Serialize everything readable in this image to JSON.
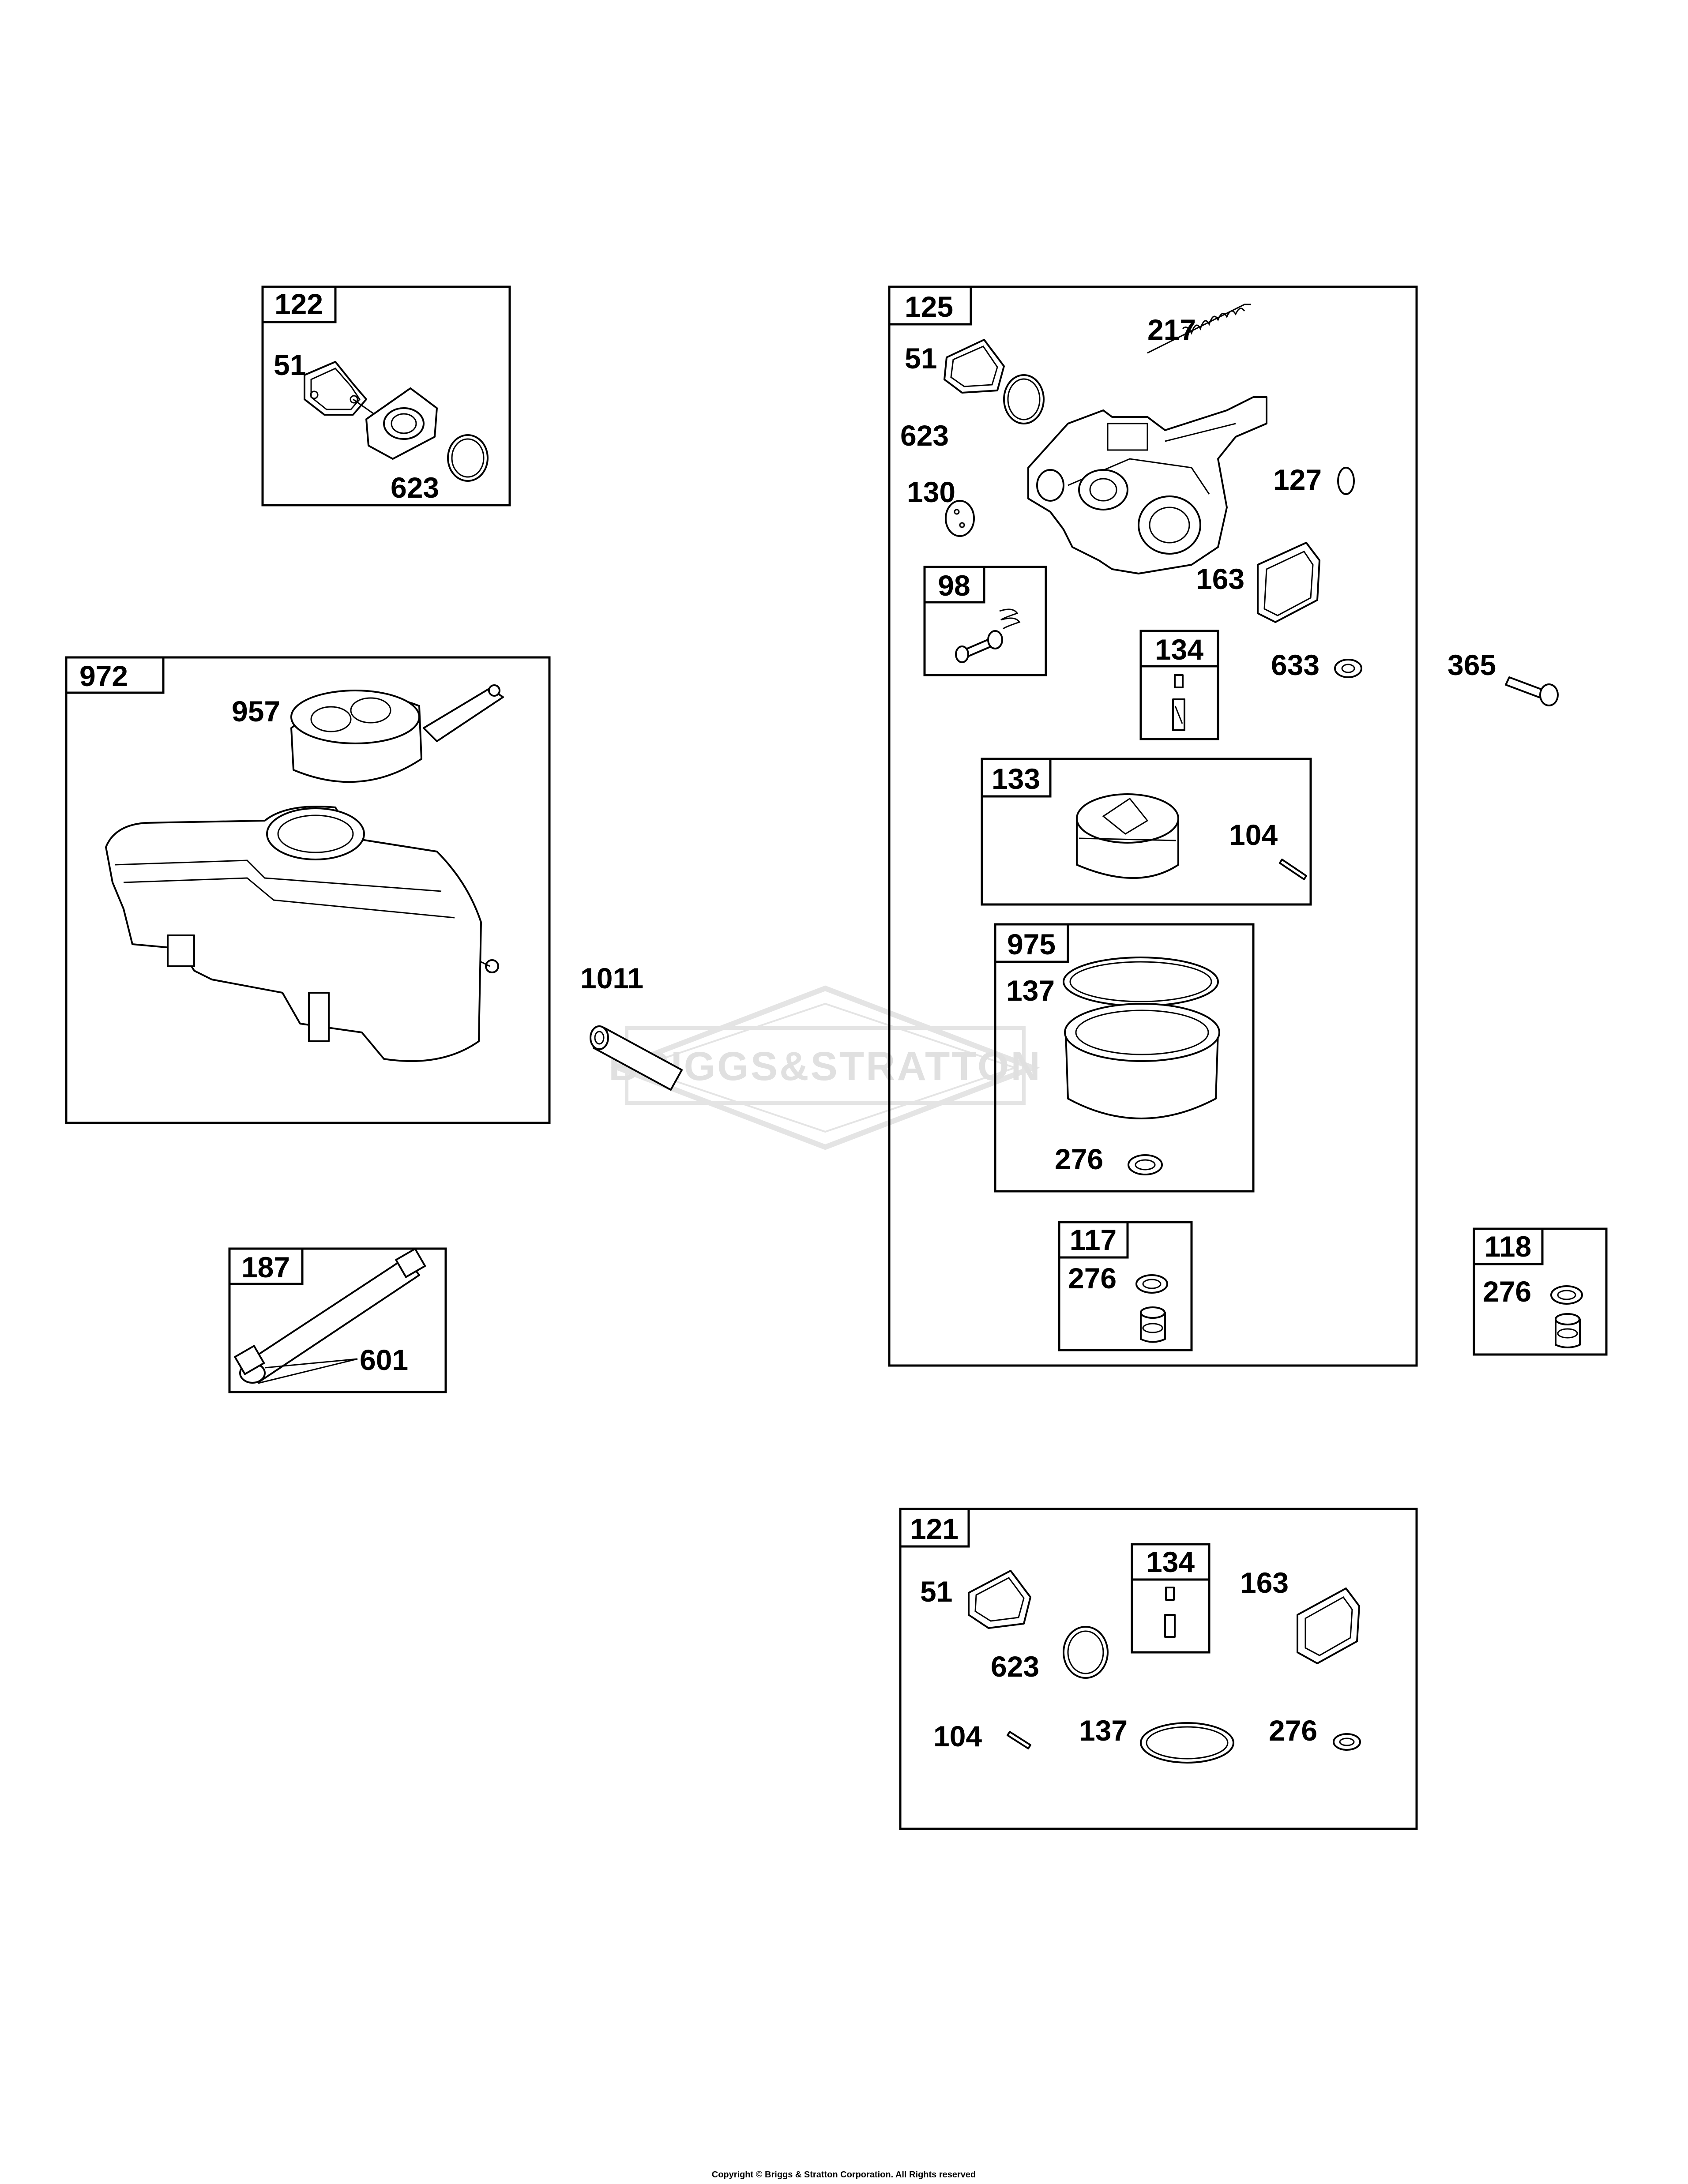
{
  "watermark": {
    "brand": "BRIGGS&STRATTON"
  },
  "copyright": "Copyright © Briggs & Stratton Corporation. All Rights reserved",
  "groups": {
    "g122": {
      "header": "122",
      "labels": {
        "a": "51",
        "b": "623"
      }
    },
    "g972": {
      "header": "972",
      "labels": {
        "a": "957"
      }
    },
    "g187": {
      "header": "187",
      "labels": {
        "a": "601"
      }
    },
    "g125": {
      "header": "125",
      "labels": {
        "a": "51",
        "b": "217",
        "c": "623",
        "d": "130",
        "e": "127",
        "f": "163",
        "g": "633"
      }
    },
    "g98": {
      "header": "98"
    },
    "g134a": {
      "header": "134"
    },
    "g133": {
      "header": "133",
      "labels": {
        "a": "104"
      }
    },
    "g975": {
      "header": "975",
      "labels": {
        "a": "137",
        "b": "276"
      }
    },
    "g117": {
      "header": "117",
      "labels": {
        "a": "276"
      }
    },
    "g118": {
      "header": "118",
      "labels": {
        "a": "276"
      }
    },
    "g121": {
      "header": "121",
      "labels": {
        "a": "51",
        "b": "163",
        "c": "623",
        "d": "104",
        "e": "137",
        "f": "276"
      }
    },
    "g134b": {
      "header": "134"
    }
  },
  "standalone": {
    "p365": "365",
    "p1011": "1011"
  }
}
